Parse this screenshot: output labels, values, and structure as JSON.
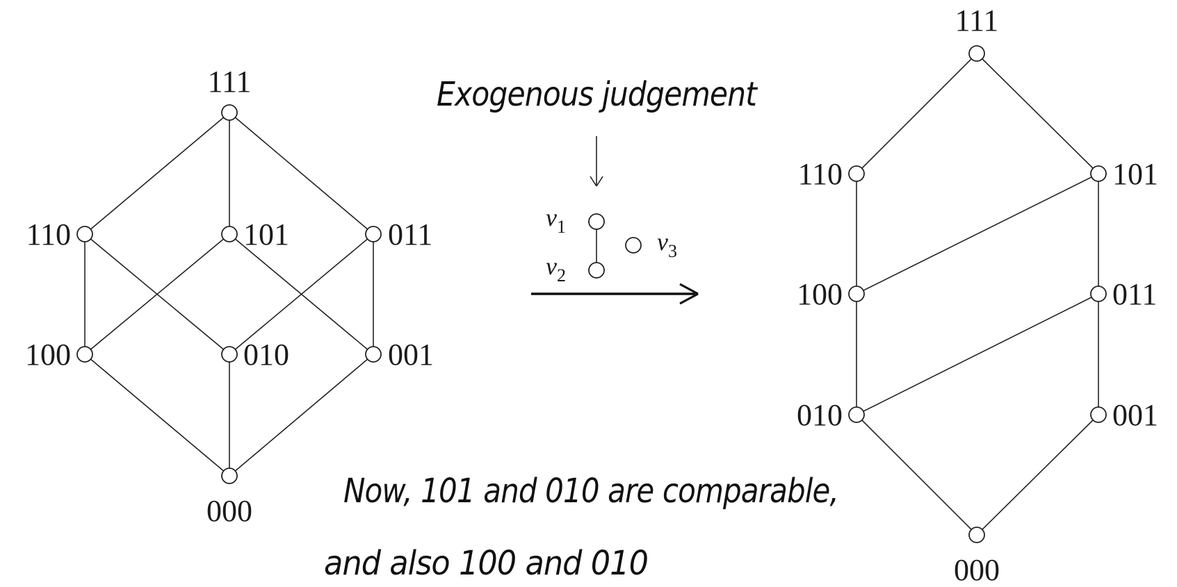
{
  "left_lattice": {
    "labels": {
      "n111": "111",
      "n110": "110",
      "n101": "101",
      "n011": "011",
      "n100": "100",
      "n010": "010",
      "n001": "001",
      "n000": "000"
    }
  },
  "middle": {
    "title": "Exogenous judgement",
    "v1": {
      "var": "v",
      "sub": "1"
    },
    "v2": {
      "var": "v",
      "sub": "2"
    },
    "v3": {
      "var": "v",
      "sub": "3"
    }
  },
  "right_lattice": {
    "labels": {
      "n111": "111",
      "n110": "110",
      "n101": "101",
      "n100": "100",
      "n011": "011",
      "n010": "010",
      "n001": "001",
      "n000": "000"
    }
  },
  "annotation": {
    "line1": "Now, 101 and 010 are comparable,",
    "line2": "and also 100 and 010"
  }
}
